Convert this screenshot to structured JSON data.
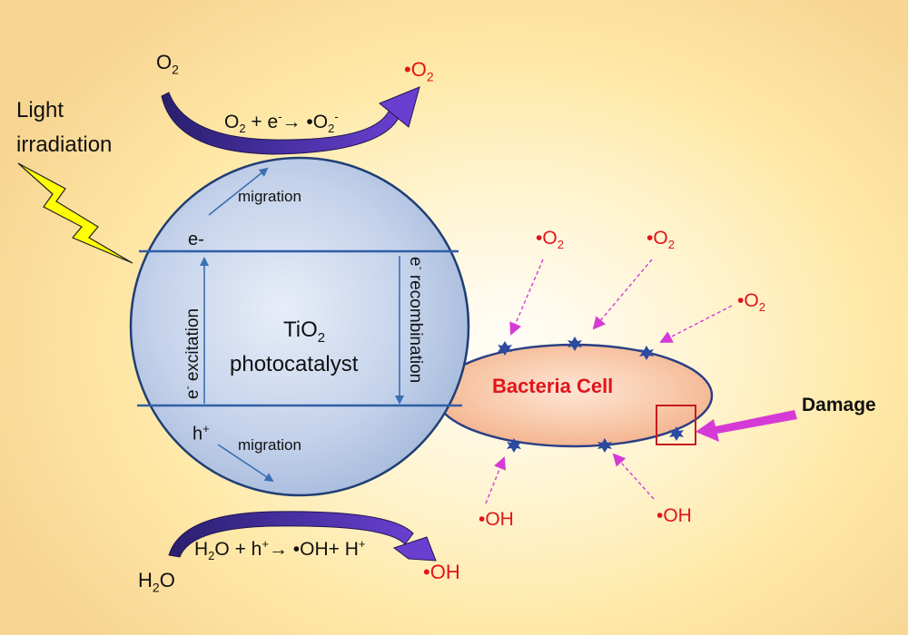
{
  "light": {
    "line1": "Light",
    "line2": "irradiation"
  },
  "top": {
    "reactant_base": "O",
    "reactant_sub": "2",
    "product_dot": "•",
    "product_base": "O",
    "product_sub": "2",
    "eq_a": "O",
    "eq_a_sub": "2",
    "eq_b": " + e",
    "eq_b_sup": "-",
    "eq_arrow": "→ ",
    "eq_c": "•O",
    "eq_c_sub": "2",
    "eq_c_sup": "-"
  },
  "bottom": {
    "reactant_base": "H",
    "reactant_sub": "2",
    "reactant_tail": "O",
    "product": "•OH",
    "eq_a": "H",
    "eq_a_sub": "2",
    "eq_b": "O + h",
    "eq_b_sup": "+",
    "eq_arrow": "→ ",
    "eq_c": "•OH+ H",
    "eq_c_sup": "+"
  },
  "sphere": {
    "migration_top": "migration",
    "electron": "e-",
    "catalyst_base": "TiO",
    "catalyst_sub": "2",
    "catalyst_line2": "photocatalyst",
    "excitation_sup": "-",
    "excitation_base": "e",
    "excitation_rest": " excitation",
    "recombination_sup": "-",
    "recombination_base": "e",
    "recombination_rest": " recombination",
    "hole_base": "h",
    "hole_sup": "+",
    "migration_bottom": "migration"
  },
  "cell": {
    "label": "Bacteria Cell",
    "damage": "Damage"
  },
  "radicals": {
    "o2_dot": "•",
    "o2_base": "O",
    "o2_sub": "2",
    "oh": "•OH"
  },
  "colors": {
    "red": "#e0151a",
    "magenta": "#d63ad6",
    "purple": "#5a2bb0",
    "blue": "#3a6fb3"
  }
}
